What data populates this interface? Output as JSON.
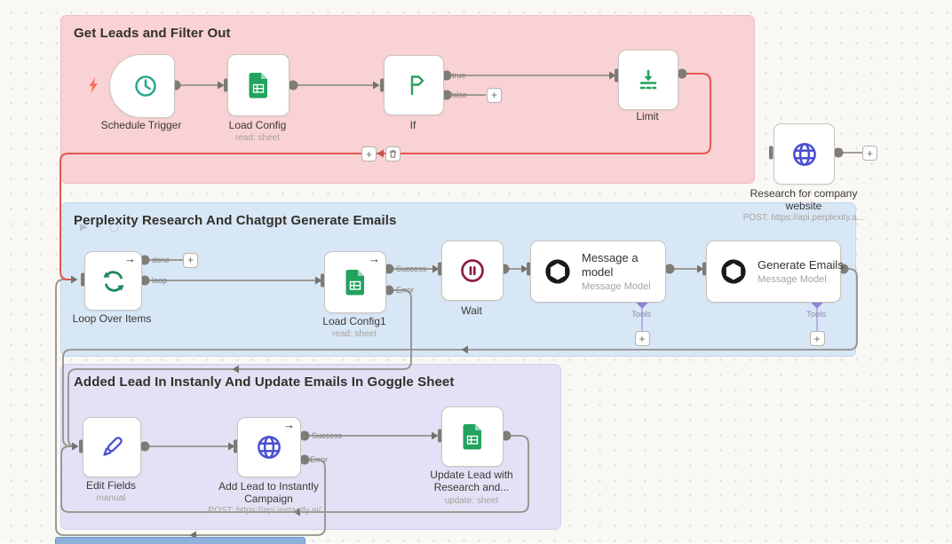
{
  "groups": [
    {
      "title": "Get Leads and Filter Out",
      "bg": "#f8d2d5",
      "border": "#eebcc0"
    },
    {
      "title": "Perplexity Research And Chatgpt Generate Emails",
      "bg": "#d8e7f6",
      "border": "#c2d8ee"
    },
    {
      "title": "Added Lead In Instanly And Update Emails In Goggle Sheet",
      "bg": "#e4e1f6",
      "border": "#d3cdee"
    }
  ],
  "nodes": [
    {
      "label": "Schedule Trigger",
      "icon": "clock-icon"
    },
    {
      "label": "Load Config",
      "subtitle": "read: sheet",
      "icon": "sheets-icon"
    },
    {
      "label": "If",
      "icon": "signpost-icon"
    },
    {
      "label": "Limit",
      "icon": "limit-icon"
    },
    {
      "label": "Research for company website",
      "subtitle": "POST: https://api.perplexity.a...",
      "icon": "globe-icon"
    },
    {
      "label": "Loop Over Items",
      "icon": "loop-icon"
    },
    {
      "label": "Load Config1",
      "subtitle": "read: sheet",
      "icon": "sheets-icon"
    },
    {
      "label": "Wait",
      "icon": "pause-icon"
    },
    {
      "label": "Message a model",
      "subtitle": "Message Model",
      "tools": "Tools",
      "icon": "openai-icon"
    },
    {
      "label": "Generate Emails",
      "subtitle": "Message Model",
      "tools": "Tools",
      "icon": "openai-icon"
    },
    {
      "label": "Edit Fields",
      "subtitle": "manual",
      "icon": "pen-icon"
    },
    {
      "label": "Add Lead to Instantly Campaign",
      "subtitle": "POST: https://api.instantly.ai/...",
      "icon": "globe-icon"
    },
    {
      "label": "Update Lead with Research and...",
      "subtitle": "update: sheet",
      "icon": "sheets-icon"
    }
  ],
  "wire_labels": {
    "if_true": "true",
    "if_false": "false",
    "loop_done": "done",
    "loop_loop": "loop",
    "config1_success": "Success",
    "config1_error": "Error",
    "addlead_success": "Success",
    "addlead_error": "Error"
  },
  "ui": {
    "plus": "+",
    "run_arrow": "→",
    "play_glyph": "▶",
    "power_glyph": "○",
    "stop_glyph": "▢"
  },
  "colors": {
    "connection": "#94908a",
    "connection_active": "#e4584e",
    "sheets_green": "#21a35f",
    "trigger_teal": "#2aa890",
    "wait_maroon": "#8e1f40",
    "http_blue": "#4b50d2",
    "tools_purple": "#8a84d8",
    "bolt_orange": "#ff6a57"
  }
}
